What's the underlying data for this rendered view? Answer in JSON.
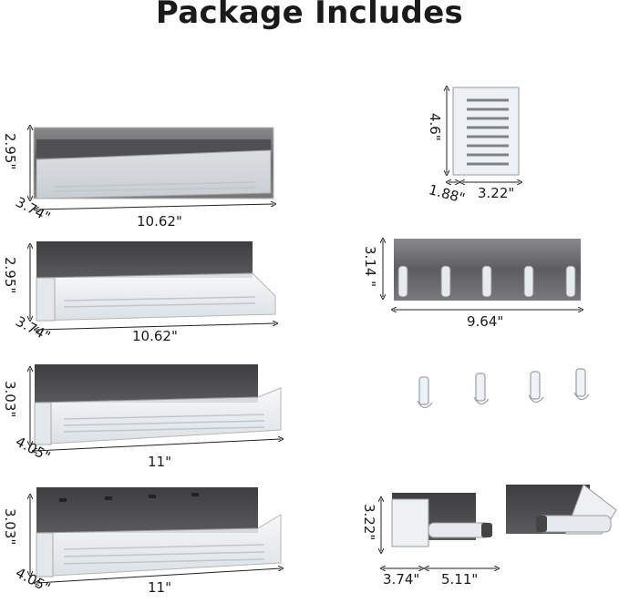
{
  "title": "Package Includes",
  "products": {
    "shelf_1": {
      "height": "2.95\"",
      "depth": "3.74\"",
      "width": "10.62\""
    },
    "shelf_2": {
      "height": "2.95\"",
      "depth": "3.74\"",
      "width": "10.62\""
    },
    "shelf_3": {
      "height": "3.03\"",
      "depth": "4.05\"",
      "width": "11\""
    },
    "shelf_4": {
      "height": "3.03\"",
      "depth": "4.05\"",
      "width": "11\""
    },
    "razor_holder": {
      "height": "4.6\"",
      "depth": "1.88\"",
      "width": "3.22\""
    },
    "hook_rack": {
      "height": "3.14 \"",
      "width": "9.64\""
    },
    "hooks": {
      "count": 4
    },
    "paper_holder": {
      "height": "3.22\"",
      "depth": "3.74\"",
      "width": "5.11\""
    }
  },
  "colors": {
    "panel": "#4a4a4c",
    "acrylic": "#e8ecef",
    "line": "#222222"
  }
}
